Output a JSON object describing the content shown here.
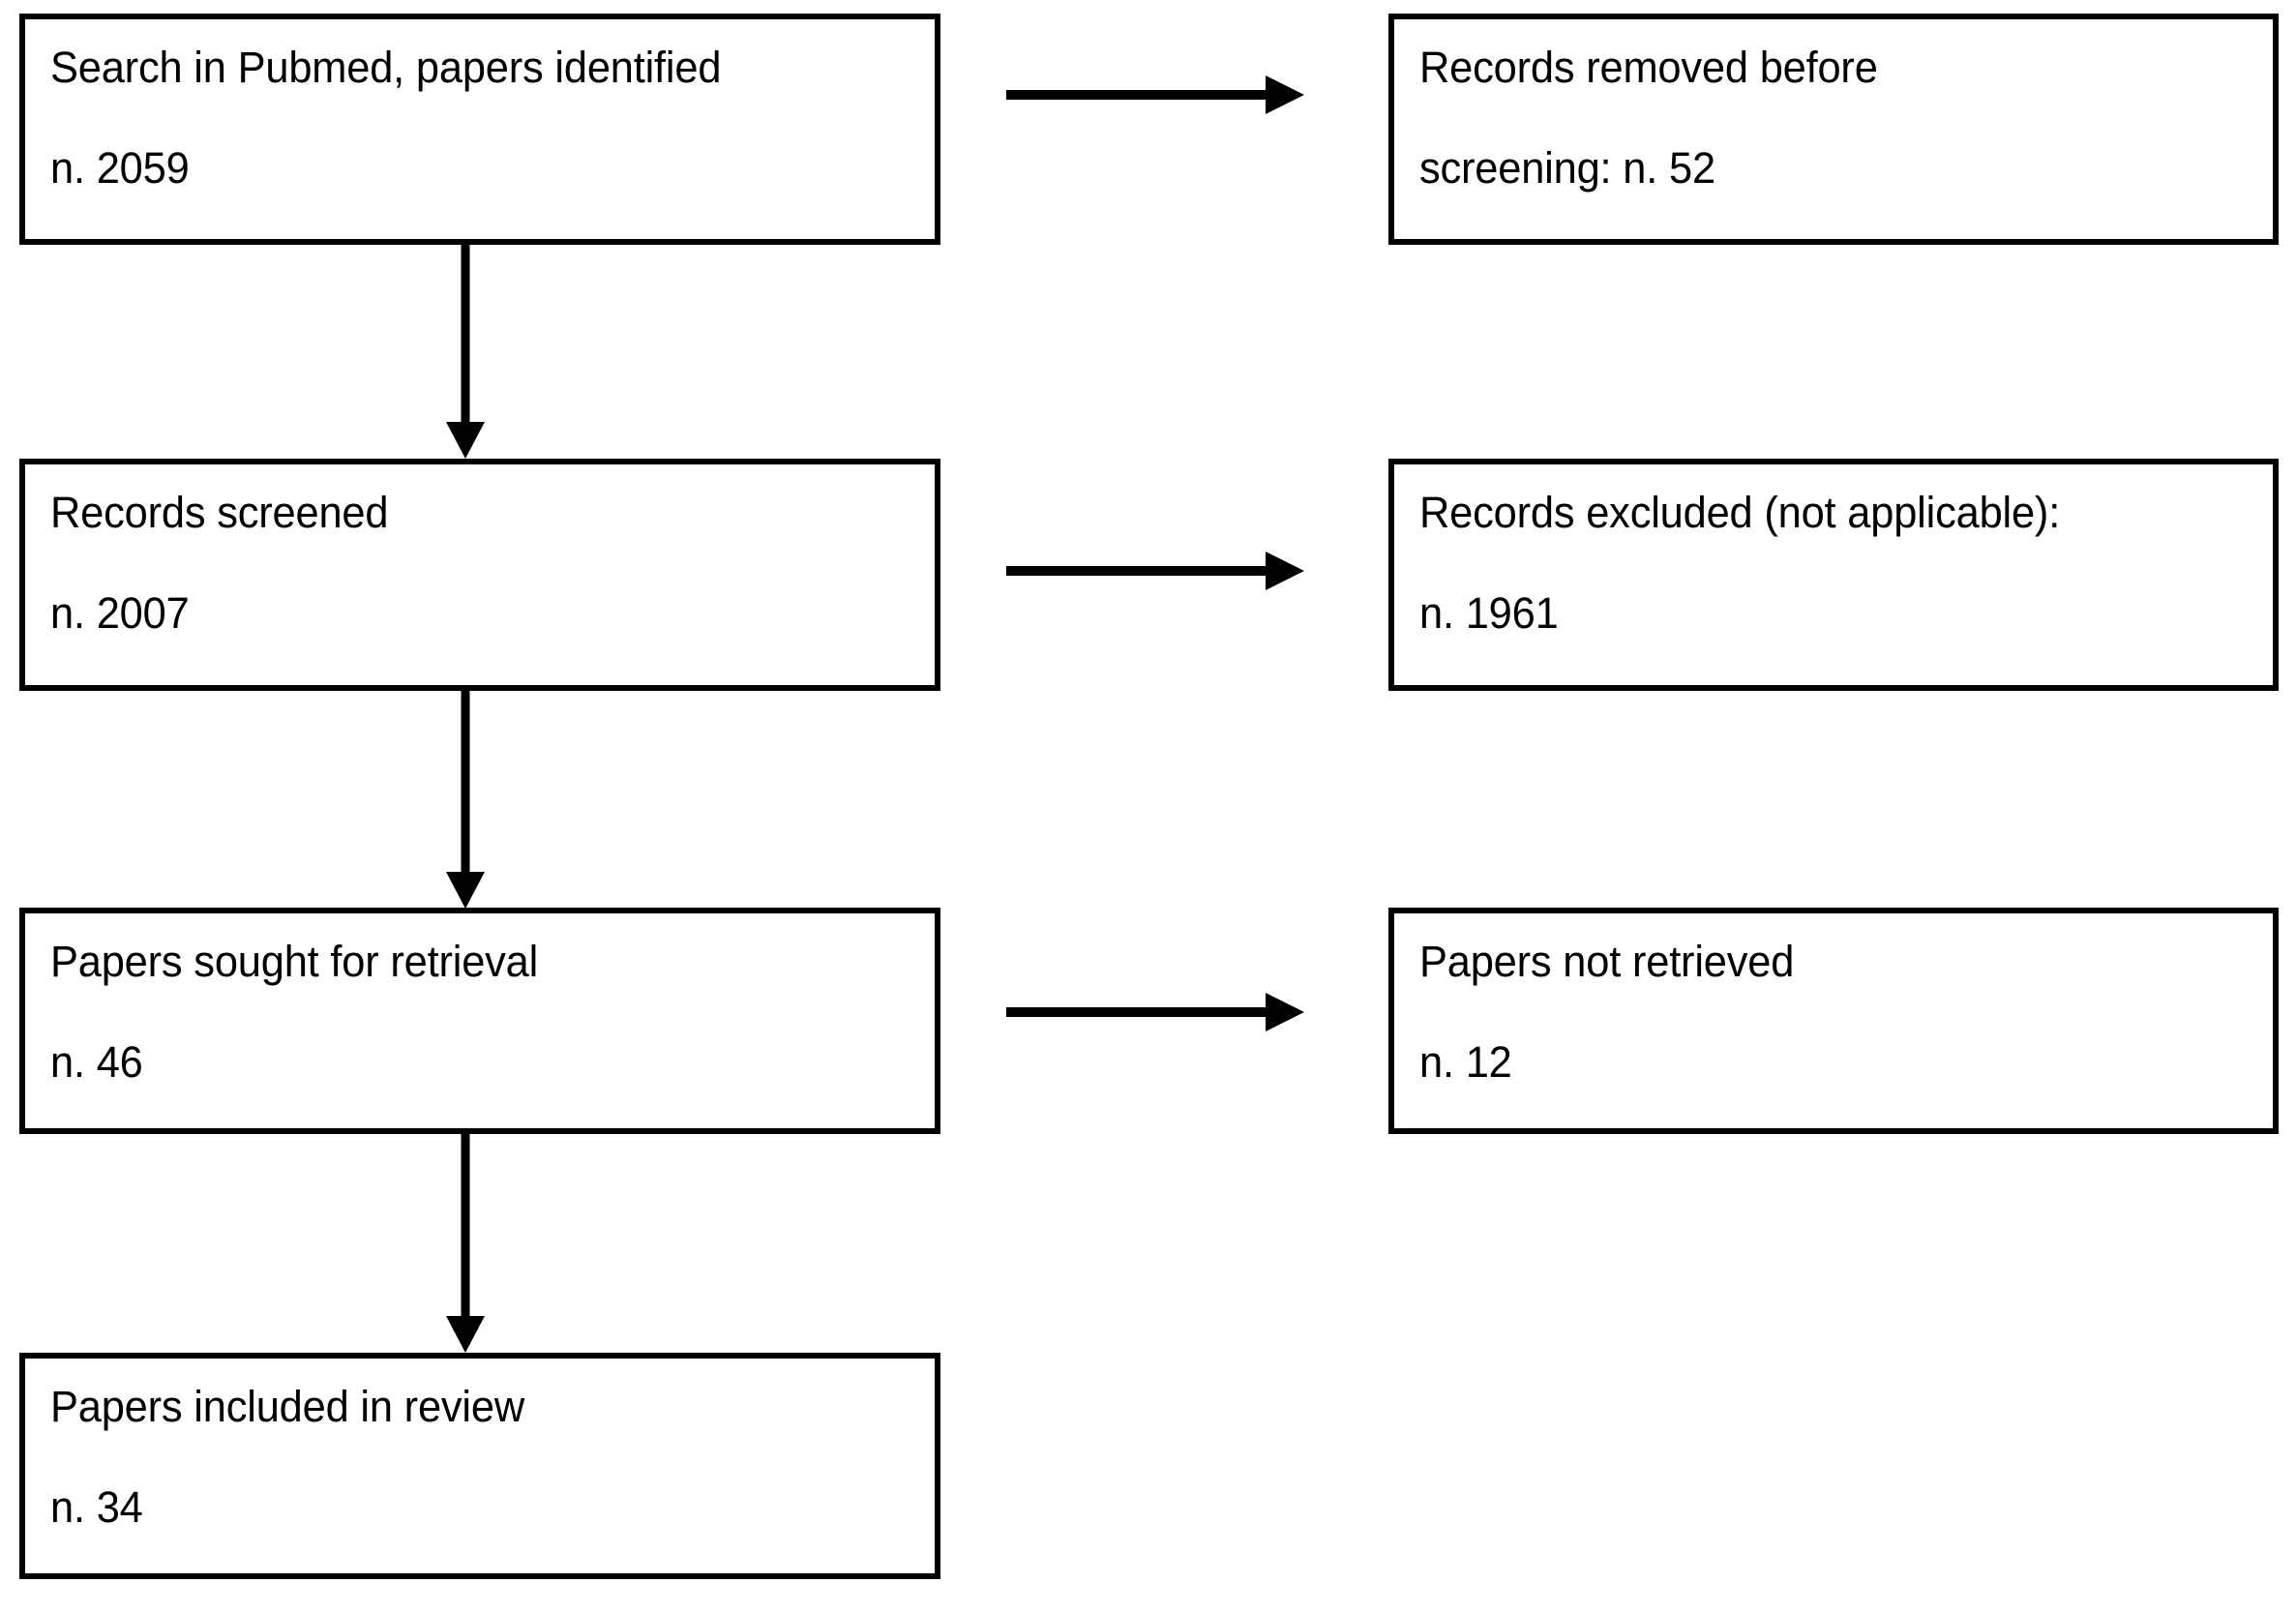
{
  "diagram": {
    "type": "prisma-flow-diagram",
    "background_color": "#ffffff",
    "line_color": "#000000",
    "boxes": {
      "identification": {
        "label": "Search in Pubmed, papers identified",
        "count": "n. 2059"
      },
      "removed_before_screening": {
        "label": "Records removed before",
        "label_continued": "screening: n. 52",
        "count": "52"
      },
      "screened": {
        "label": "Records screened",
        "count": "n. 2007"
      },
      "excluded": {
        "label": "Records excluded (not applicable):",
        "count": "n. 1961"
      },
      "sought_for_retrieval": {
        "label": "Papers sought for retrieval",
        "count": "n. 46"
      },
      "not_retrieved": {
        "label": "Papers not retrieved",
        "count": "n. 12"
      },
      "included": {
        "label": "Papers included in review",
        "count": "n. 34"
      }
    },
    "connectors": {
      "identification_to_screened": "arrow-down",
      "screened_to_sought": "arrow-down",
      "sought_to_included": "arrow-down",
      "identification_to_removed": "arrow-right",
      "screened_to_excluded": "arrow-right",
      "sought_to_not_retrieved": "arrow-right"
    }
  }
}
